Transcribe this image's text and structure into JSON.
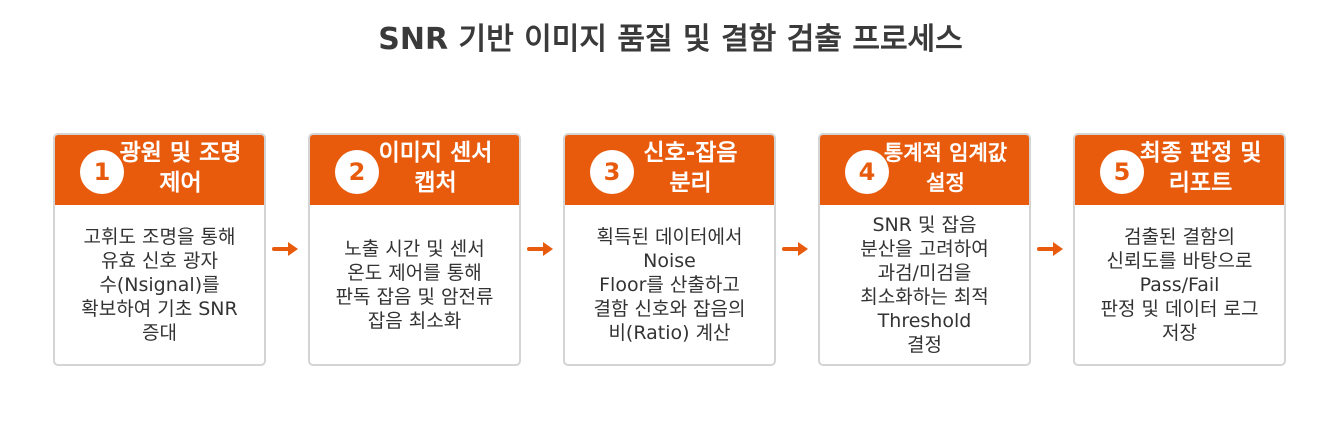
{
  "title": "SNR 기반 이미지 품질 및 결함 검출 프로세스",
  "steps": [
    {
      "number": "1",
      "title": "광원 및 조명\n제어",
      "description": "고휘도 조명을 통해\n유효 신호 광자\n수(Nsignal)를\n확보하여 기초 SNR\n증대"
    },
    {
      "number": "2",
      "title": "이미지 센서\n캡처",
      "description": "노출 시간 및 센서\n온도 제어를 통해\n판독 잡음 및 암전류\n잡음 최소화"
    },
    {
      "number": "3",
      "title": "신호-잡음\n분리",
      "description": "획득된 데이터에서\nNoise\nFloor를 산출하고\n결함 신호와 잡음의\n비(Ratio) 계산"
    },
    {
      "number": "4",
      "title": "통계적 임계값\n설정",
      "description": "SNR 및 잡음\n분산을 고려하여\n과검/미검을\n최소화하는 최적\nThreshold\n결정"
    },
    {
      "number": "5",
      "title": "최종 판정 및\n리포트",
      "description": "검출된 결함의\n신뢰도를 바탕으로\nPass/Fail\n판정 및 데이터 로그\n저장"
    }
  ],
  "colors": {
    "accent": "#e85a0c",
    "border": "#d4d4d4",
    "text": "#333333"
  },
  "icons": {
    "connector": "arrow-right-icon"
  }
}
